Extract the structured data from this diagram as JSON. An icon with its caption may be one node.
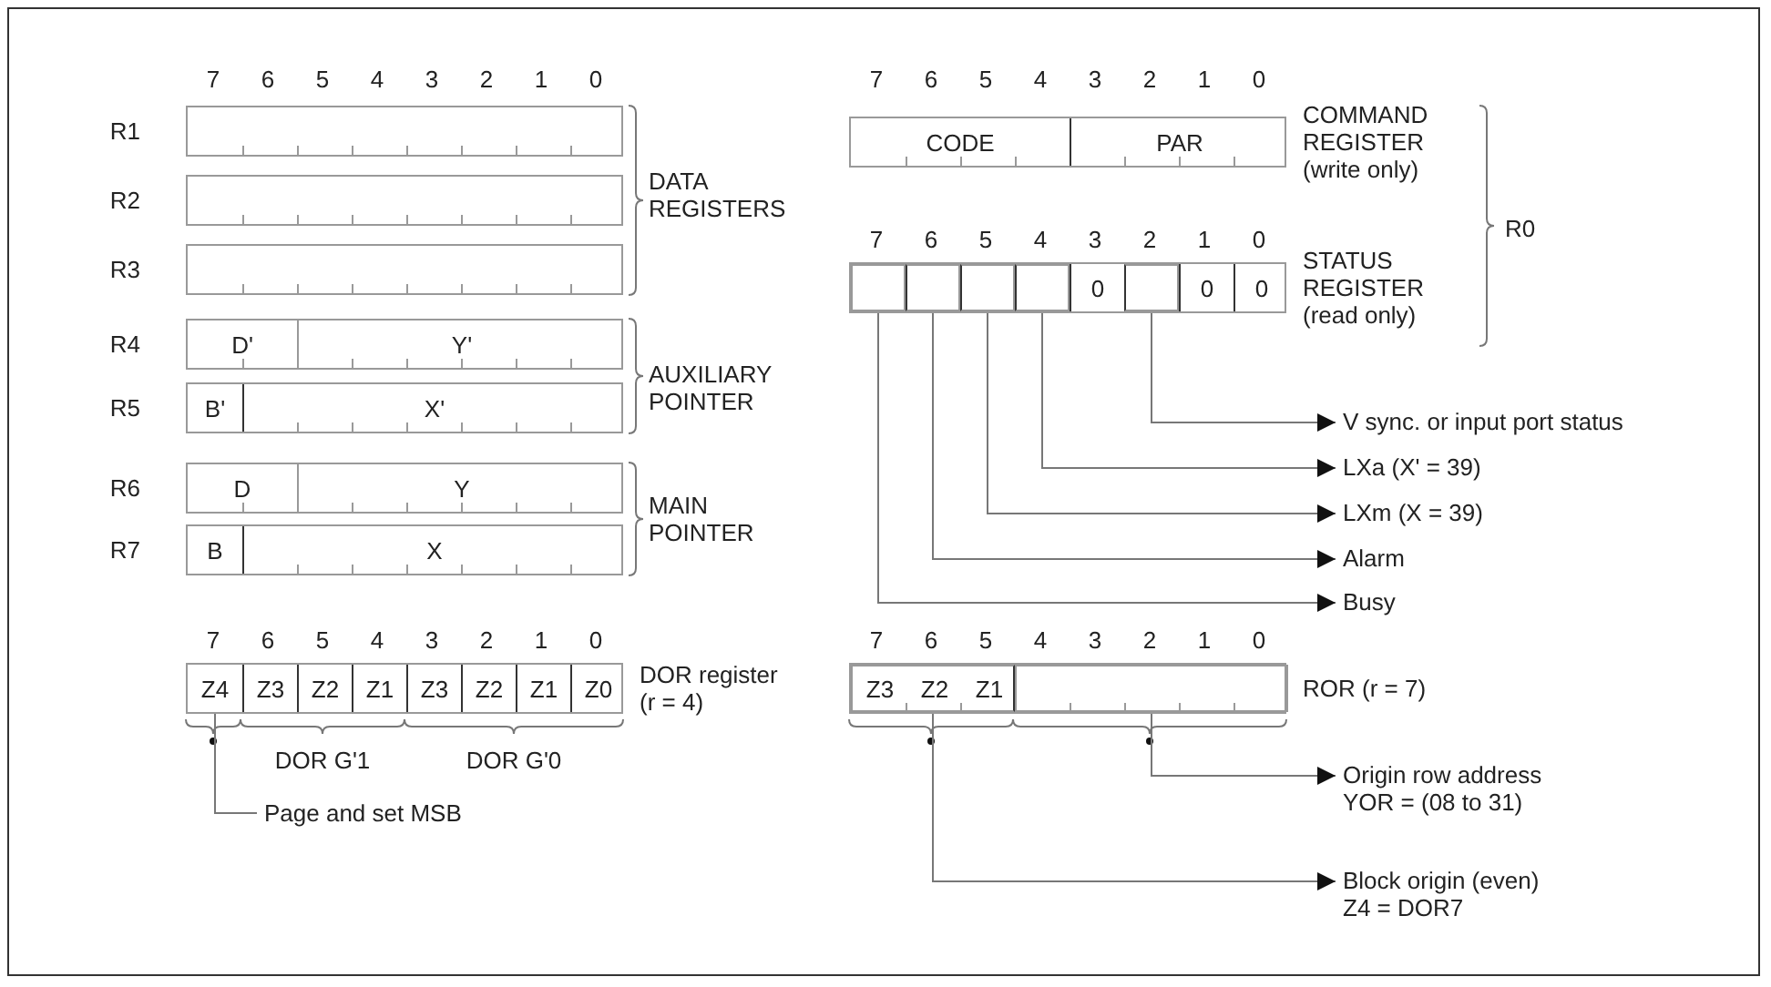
{
  "diagram": {
    "nodes": [
      {
        "text": [
          "R1"
        ]
      },
      {
        "text": [
          "R2"
        ]
      },
      {
        "text": [
          "R3"
        ]
      },
      {
        "text": [
          "R4"
        ]
      },
      {
        "text": [
          "D'"
        ],
        "in": 3
      },
      {
        "text": [
          "Y'"
        ],
        "in": 3
      },
      {
        "text": [
          "R5"
        ]
      },
      {
        "text": [
          "B'"
        ],
        "in": 6
      },
      {
        "text": [
          "X'"
        ],
        "in": 6
      },
      {
        "text": [
          "R6"
        ]
      },
      {
        "text": [
          "D"
        ],
        "in": 9
      },
      {
        "text": [
          "Y"
        ],
        "in": 9
      },
      {
        "text": [
          "R7"
        ]
      },
      {
        "text": [
          "B"
        ],
        "in": 12
      },
      {
        "text": [
          "X"
        ],
        "in": 12
      },
      {
        "text": [
          "COMMAND REGISTER (write only)"
        ]
      },
      {
        "text": [
          "CODE"
        ],
        "in": 15
      },
      {
        "text": [
          "PAR"
        ],
        "in": 15
      },
      {
        "text": [
          "STATUS REGISTER (read only)"
        ]
      },
      {
        "text": [],
        "shape": "box",
        "in": 18
      },
      {
        "text": [],
        "shape": "box",
        "in": 18
      },
      {
        "text": [],
        "shape": "box",
        "in": 18
      },
      {
        "text": [],
        "shape": "box",
        "in": 18
      },
      {
        "text": [
          "0"
        ],
        "in": 18
      },
      {
        "text": [],
        "shape": "box",
        "in": 18
      },
      {
        "text": [
          "0"
        ],
        "in": 18
      },
      {
        "text": [
          "0"
        ],
        "in": 18
      },
      {
        "text": [
          "V sync. or input port status"
        ]
      },
      {
        "text": [
          "LXa (X' = 39)"
        ]
      },
      {
        "text": [
          "LXm (X = 39)"
        ]
      },
      {
        "text": [
          "Alarm"
        ]
      },
      {
        "text": [
          "Busy"
        ]
      },
      {
        "text": [
          "DOR register (r = 4)"
        ]
      },
      {
        "text": [
          "Z4"
        ],
        "in": 32
      },
      {
        "text": [
          "Z3"
        ],
        "in": 32
      },
      {
        "text": [
          "Z2"
        ],
        "in": 32
      },
      {
        "text": [
          "Z1"
        ],
        "in": 32
      },
      {
        "text": [
          "Z3"
        ],
        "in": 32
      },
      {
        "text": [
          "Z2"
        ],
        "in": 32
      },
      {
        "text": [
          "Z1"
        ],
        "in": 32
      },
      {
        "text": [
          "Z0"
        ],
        "in": 32
      },
      {
        "text": [
          "Page and set MSB"
        ]
      },
      {
        "text": [
          "ROR (r = 7)"
        ]
      },
      {
        "text": [],
        "shape": "box",
        "in": 42
      },
      {
        "text": [
          "Z3"
        ],
        "in": 43
      },
      {
        "text": [
          "Z2"
        ],
        "in": 43
      },
      {
        "text": [
          "Z1"
        ],
        "in": 43
      },
      {
        "text": [],
        "shape": "box",
        "in": 42
      },
      {
        "text": [
          "Origin row address YOR = (08 to 31)"
        ]
      },
      {
        "text": [
          "Block origin (even) Z4 = DOR7"
        ]
      }
    ],
    "edges": [
      {
        "from": 24,
        "to": 27,
        "arrow": "to"
      },
      {
        "from": 22,
        "to": 28,
        "arrow": "to"
      },
      {
        "from": 21,
        "to": 29,
        "arrow": "to"
      },
      {
        "from": 20,
        "to": 30,
        "arrow": "to"
      },
      {
        "from": 19,
        "to": 31,
        "arrow": "to"
      },
      {
        "from": 33,
        "to": 41,
        "arrow": "none"
      },
      {
        "from": 47,
        "to": 48,
        "arrow": "to"
      },
      {
        "from": 43,
        "to": 49,
        "arrow": "to"
      }
    ],
    "labels": [
      "7",
      "6",
      "5",
      "4",
      "3",
      "2",
      "1",
      "0",
      "7",
      "6",
      "5",
      "4",
      "3",
      "2",
      "1",
      "0",
      "DATA REGISTERS",
      "R0",
      "7",
      "6",
      "5",
      "4",
      "3",
      "2",
      "1",
      "0",
      "AUXILIARY POINTER",
      "MAIN POINTER",
      "7",
      "6",
      "5",
      "4",
      "3",
      "2",
      "1",
      "0",
      "7",
      "6",
      "5",
      "4",
      "3",
      "2",
      "1",
      "0",
      "DOR G'1",
      "DOR G'0"
    ]
  }
}
